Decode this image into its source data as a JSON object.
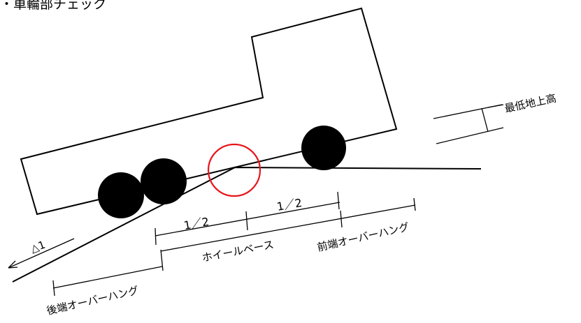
{
  "title": "・車輪部チェック",
  "labels": {
    "ground_clearance": "最低地上高",
    "half_left": "1／2",
    "half_right": "1／2",
    "wheelbase": "ホイールベース",
    "front_overhang": "前端オーバーハング",
    "rear_overhang": "後端オーバーハング",
    "angle": "△1"
  },
  "colors": {
    "line": "#000000",
    "highlight": "#e8141b",
    "background": "#ffffff"
  }
}
